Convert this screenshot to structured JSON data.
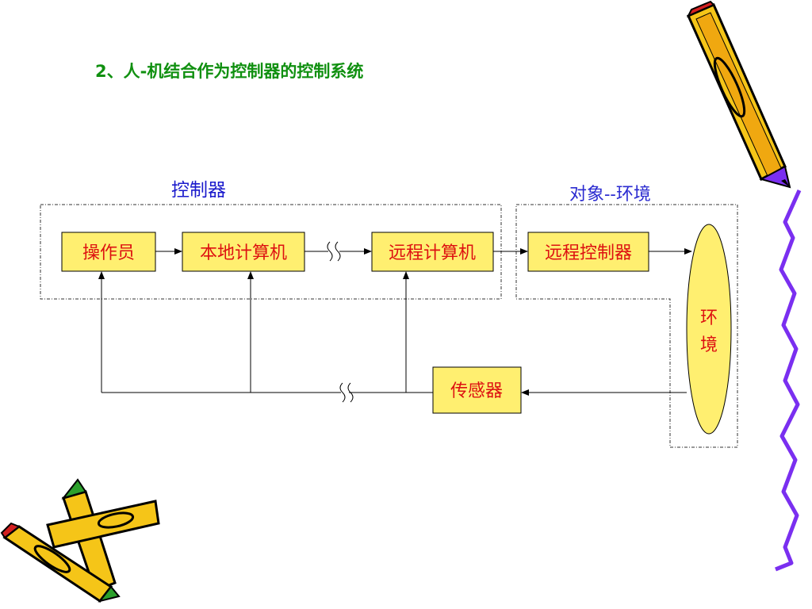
{
  "title": "2、人-机结合作为控制器的控制系统",
  "groups": {
    "controller_label": "控制器",
    "object_label": "对象--环境"
  },
  "blocks": {
    "operator": "操作员",
    "local_computer": "本地计算机",
    "remote_computer": "远程计算机",
    "remote_controller": "远程控制器",
    "sensor": "传感器",
    "environment_char1": "环",
    "environment_char2": "境"
  },
  "colors": {
    "block_fill": "#ffef70",
    "block_text": "#dd1111",
    "title": "#109010",
    "group_label": "#1a1acc",
    "squiggle_decoration": "#7a2ff0"
  },
  "decorations": [
    "pencil-icon-top-right",
    "crossed-pencils-icon-bottom-left",
    "purple-squiggle-border"
  ]
}
